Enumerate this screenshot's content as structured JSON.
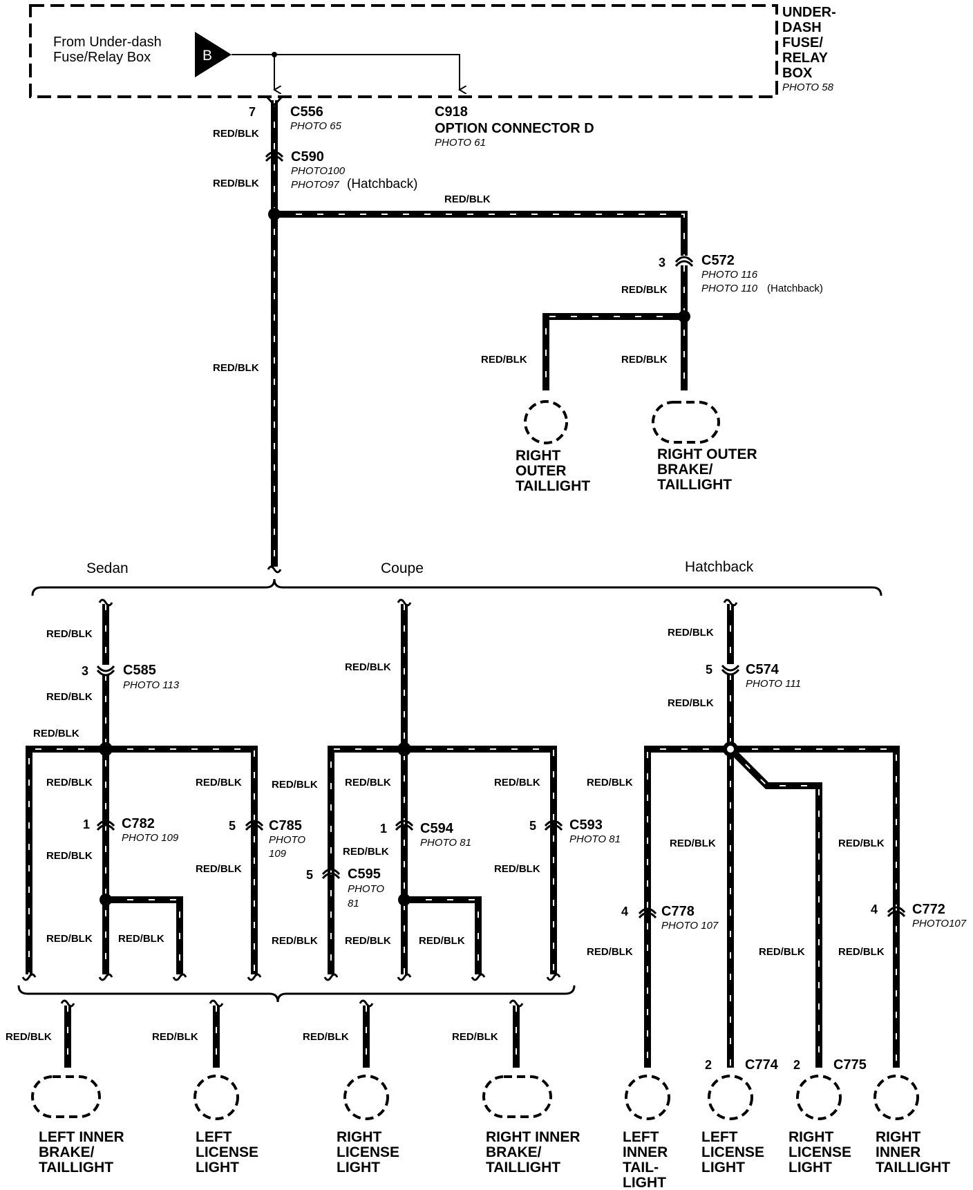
{
  "fuse_box": {
    "name_lines": [
      "UNDER-",
      "DASH",
      "FUSE/",
      "RELAY",
      "BOX"
    ],
    "photo": "PHOTO 58",
    "source_lines": [
      "From Under-dash",
      "Fuse/Relay Box"
    ],
    "terminal": "B"
  },
  "connectors": {
    "c556": {
      "pin": "7",
      "name": "C556",
      "photo": "PHOTO 65"
    },
    "c918": {
      "name": "C918",
      "desc": "OPTION CONNECTOR D",
      "photo": "PHOTO 61"
    },
    "c590": {
      "name": "C590",
      "photo1": "PHOTO100",
      "photo2": "PHOTO97",
      "note": "(Hatchback)"
    },
    "c572": {
      "pin": "3",
      "name": "C572",
      "photo1": "PHOTO 116",
      "photo2": "PHOTO 110",
      "note": "(Hatchback)"
    },
    "c585": {
      "pin": "3",
      "name": "C585",
      "photo": "PHOTO 113"
    },
    "c782": {
      "pin": "1",
      "name": "C782",
      "photo": "PHOTO 109"
    },
    "c785": {
      "pin": "5",
      "name": "C785",
      "photo": "PHOTO",
      "photo_num": "109"
    },
    "c594": {
      "pin": "1",
      "name": "C594",
      "photo": "PHOTO 81"
    },
    "c595": {
      "pin": "5",
      "name": "C595",
      "photo": "PHOTO",
      "photo_num": "81"
    },
    "c593": {
      "pin": "5",
      "name": "C593",
      "photo": "PHOTO 81"
    },
    "c574": {
      "pin": "5",
      "name": "C574",
      "photo": "PHOTO 111"
    },
    "c778": {
      "pin": "4",
      "name": "C778",
      "photo": "PHOTO 107"
    },
    "c772": {
      "pin": "4",
      "name": "C772",
      "photo": "PHOTO107"
    },
    "c774": {
      "pin": "2",
      "name": "C774"
    },
    "c775": {
      "pin": "2",
      "name": "C775"
    }
  },
  "wire_color": "RED/BLK",
  "variants": {
    "sedan": "Sedan",
    "coupe": "Coupe",
    "hatchback": "Hatchback"
  },
  "devices": {
    "right_outer_taillight": [
      "RIGHT",
      "OUTER",
      "TAILLIGHT"
    ],
    "right_outer_brake": [
      "RIGHT OUTER",
      "BRAKE/",
      "TAILLIGHT"
    ],
    "left_inner_brake": [
      "LEFT INNER",
      "BRAKE/",
      "TAILLIGHT"
    ],
    "left_license": [
      "LEFT",
      "LICENSE",
      "LIGHT"
    ],
    "right_license": [
      "RIGHT",
      "LICENSE",
      "LIGHT"
    ],
    "right_inner_brake": [
      "RIGHT INNER",
      "BRAKE/",
      "TAILLIGHT"
    ],
    "left_inner_tail": [
      "LEFT",
      "INNER",
      "TAIL-",
      "LIGHT"
    ],
    "hb_left_license": [
      "LEFT",
      "LICENSE",
      "LIGHT"
    ],
    "hb_right_license": [
      "RIGHT",
      "LICENSE",
      "LIGHT"
    ],
    "right_inner_taillight": [
      "RIGHT",
      "INNER",
      "TAILLIGHT"
    ]
  },
  "colors": {
    "ink": "#000000",
    "paper": "#ffffff"
  }
}
